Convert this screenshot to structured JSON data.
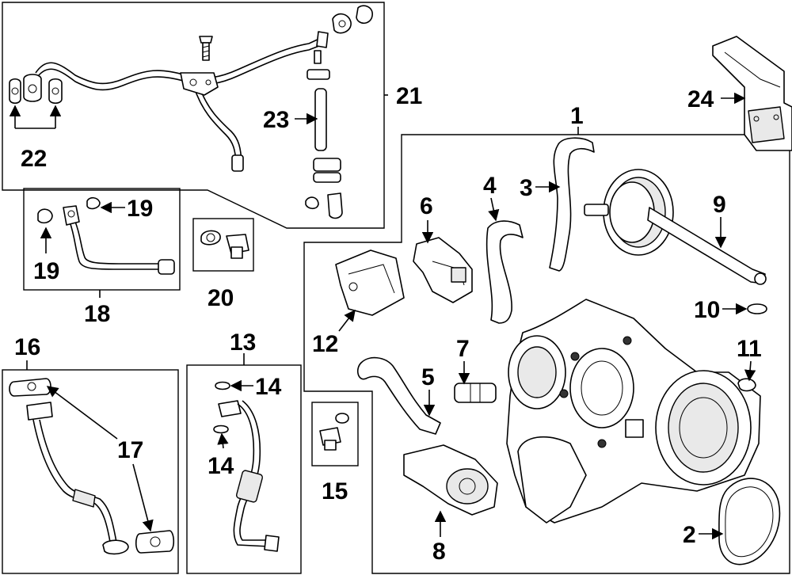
{
  "diagram": {
    "callouts": {
      "c1": "1",
      "c2": "2",
      "c3": "3",
      "c4": "4",
      "c5": "5",
      "c6": "6",
      "c7": "7",
      "c8": "8",
      "c9": "9",
      "c10": "10",
      "c11": "11",
      "c12": "12",
      "c13": "13",
      "c14a": "14",
      "c14b": "14",
      "c15": "15",
      "c16": "16",
      "c17": "17",
      "c18": "18",
      "c19a": "19",
      "c19b": "19",
      "c20": "20",
      "c21": "21",
      "c22": "22",
      "c23": "23",
      "c24": "24"
    }
  }
}
